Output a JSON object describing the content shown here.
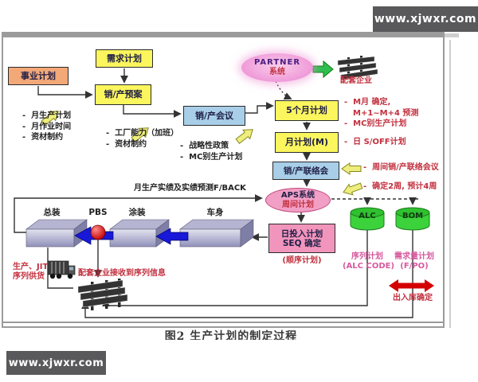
{
  "watermark": "www.xjwxr.com",
  "caption": "图2  生产计划的制定过程",
  "colors": {
    "box_yellow": "#FBF55E",
    "box_orange": "#F3A878",
    "box_blue": "#A8CEE8",
    "box_pink": "#F195BC",
    "cylinder_green": "#3CD23C",
    "arrow_blue": "#1818D8",
    "arrow_red": "#D40000",
    "arrow_green": "#2EBE4E",
    "arrow_yellow": "#EDEE7E",
    "text_red": "#C2303E",
    "text_pink": "#D75A9E",
    "watermark_bg": "#59595B"
  },
  "boxes": {
    "demand_plan": "需求计划",
    "business_plan": "事业计划",
    "sales_prod_plan": "销/产预案",
    "sales_prod_meeting": "销/产会议",
    "five_month_plan": "5个月计划",
    "month_plan": "月计划(M)",
    "sales_prod_liaison": "销/产联络会",
    "daily_input_line1": "日投入计划",
    "daily_input_line2": "SEQ 确定",
    "daily_input_note": "(顺序计划)"
  },
  "ellipses": {
    "partner_line1": "PARTNER",
    "partner_line2": "系统",
    "aps_line1": "APS系统",
    "aps_line2": "周间计划"
  },
  "db": {
    "alc": "ALC",
    "bom": "BOM",
    "alc_label1": "序列计划",
    "alc_label2": "(ALC CODE)",
    "bom_label1": "需求量计划",
    "bom_label2": "(F/PO)",
    "inout": "出入库确定"
  },
  "notes": {
    "feedback": "月生产实绩及实绩预测F/BACK",
    "supplier_top": "配套企业",
    "supplier_receive": "配套企业接收到序列信息",
    "jit1": "生产、JIT",
    "jit2": "序列供货"
  },
  "stations": {
    "assembly": "总装",
    "pbs": "PBS",
    "painting": "涂装",
    "body": "车身"
  },
  "bullets": {
    "business": [
      "月生产计划",
      "月作业时间",
      "资材制约"
    ],
    "prod_plan": [
      "工厂能力（加班）",
      "资材制约"
    ],
    "meeting": [
      "战略性政策",
      "MC别生产计划"
    ],
    "five_month": [
      "M月 确定,",
      "M+1~M+4 预测",
      "MC别生产计划"
    ],
    "month": [
      "日 S/OFF计划"
    ],
    "liaison": [
      "周间销/产联络会议",
      "确定2周, 预计4周"
    ]
  }
}
